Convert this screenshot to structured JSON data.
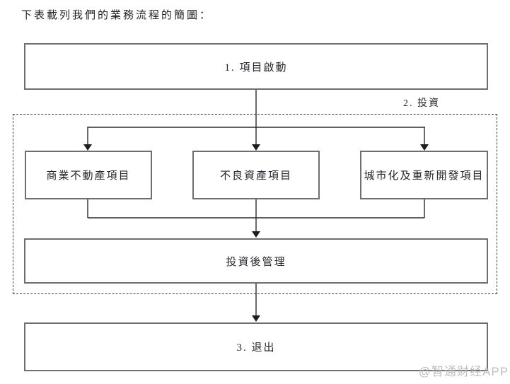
{
  "page": {
    "intro_text": "下表載列我們的業務流程的簡圖：",
    "watermark": "@智通财经APP"
  },
  "flowchart": {
    "step1": {
      "label": "1. 項目啟動"
    },
    "step2": {
      "label": "2. 投資",
      "branches": [
        {
          "label": "商業不動產項目"
        },
        {
          "label": "不良資產項目"
        },
        {
          "label": "城市化及重新開發項目"
        }
      ],
      "post_investment": {
        "label": "投資後管理"
      }
    },
    "step3": {
      "label": "3. 退出"
    }
  },
  "colors": {
    "box_border": "#6e6f72",
    "connector_line": "#2b2b2b",
    "text": "#26262e",
    "watermark": "#b3b3b3",
    "background": "#ffffff"
  }
}
